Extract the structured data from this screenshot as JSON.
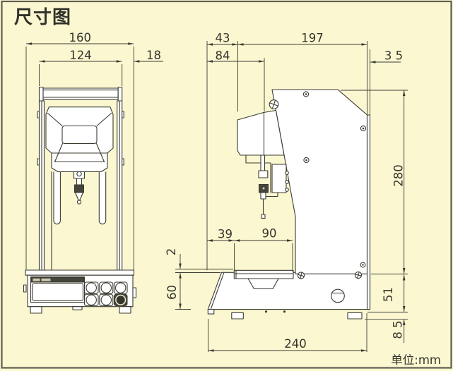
{
  "title": "尺寸图",
  "unit_label": "单位:mm",
  "colors": {
    "background": "#fbf7d1",
    "line": "#3b3b32",
    "border": "#5f5f52",
    "machine_fill": "#ffffff",
    "dark_fill": "#45453b"
  },
  "front_view": {
    "description": "front elevation of press machine with control panel",
    "dims": {
      "overall_width": "160",
      "upper_frame_width": "124",
      "side_offset": "18"
    }
  },
  "side_view": {
    "description": "side elevation of press machine",
    "dims": {
      "front_to_head": "43",
      "head_to_rear": "197",
      "front_to_spindle": "84",
      "rear_offset": "3 5",
      "column_height": "280",
      "table_setback": "39",
      "table_length": "90",
      "table_lip": "2",
      "base_front_height": "60",
      "base_rear_height": "51",
      "foot_height": "8 5",
      "overall_depth": "240"
    }
  }
}
